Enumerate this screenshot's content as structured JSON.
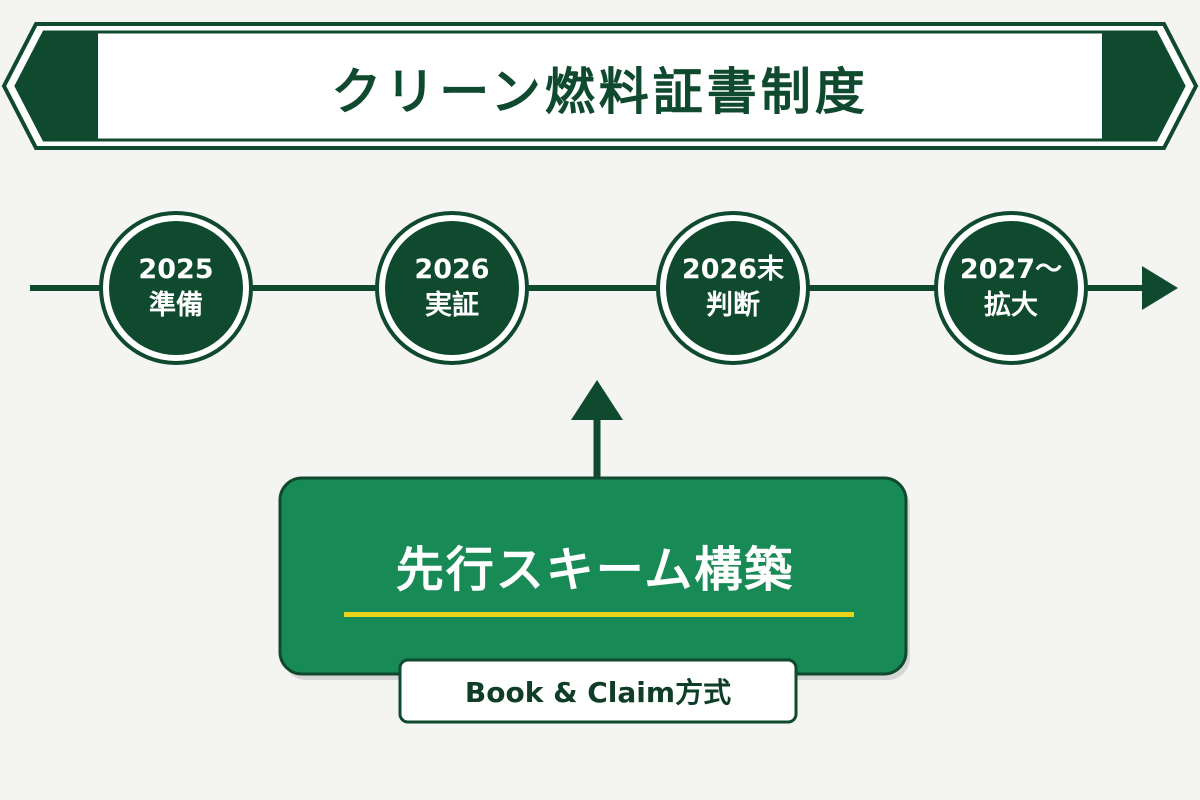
{
  "colors": {
    "dark_green": "#0f4a2e",
    "mid_green": "#178a55",
    "accent_yellow": "#e8d31a",
    "background": "#f4f4f2"
  },
  "banner": {
    "title": "クリーン燃料証書制度"
  },
  "timeline": {
    "milestones": [
      {
        "year": "2025",
        "phase": "準備"
      },
      {
        "year": "2026",
        "phase": "実証"
      },
      {
        "year": "2026末",
        "phase": "判断"
      },
      {
        "year": "2027〜",
        "phase": "拡大"
      }
    ]
  },
  "scheme": {
    "title": "先行スキーム構築",
    "subtitle": "Book & Claim方式"
  }
}
